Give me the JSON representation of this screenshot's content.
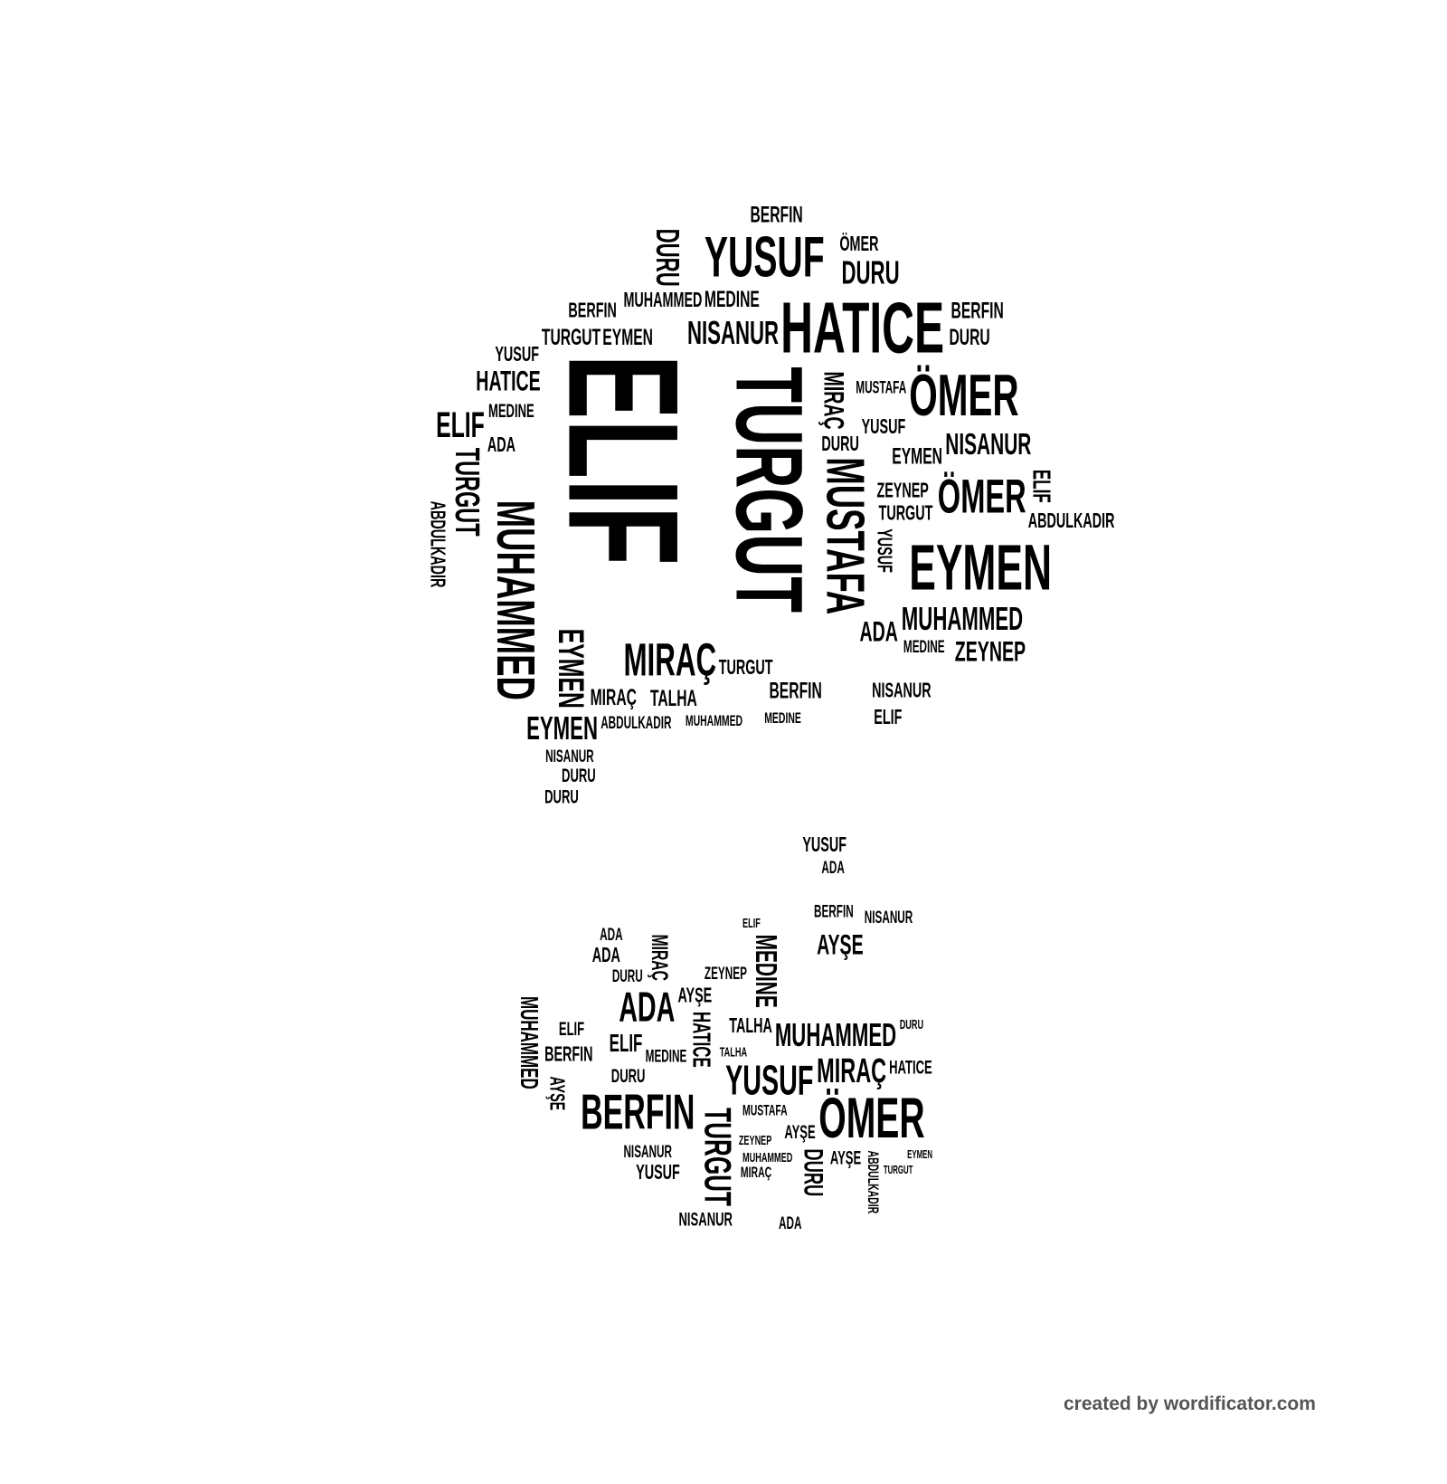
{
  "words": {
    "elif": "ELIF",
    "turgut": "TURGUT",
    "mustafa": "MUSTAFA",
    "hatice": "HATICE",
    "yusuf": "YUSUF",
    "omer": "ÖMER",
    "eymen": "EYMEN",
    "muhammed": "MUHAMMED",
    "nisanur": "NISANUR",
    "mirac": "MIRAÇ",
    "zeynep": "ZEYNEP",
    "duru": "DURU",
    "berfin": "BERFIN",
    "medine": "MEDINE",
    "abdulkadir": "ABDULKADIR",
    "ada": "ADA",
    "ayse": "AYŞE",
    "talha": "TALHA"
  },
  "footer": "created by wordificator.com"
}
